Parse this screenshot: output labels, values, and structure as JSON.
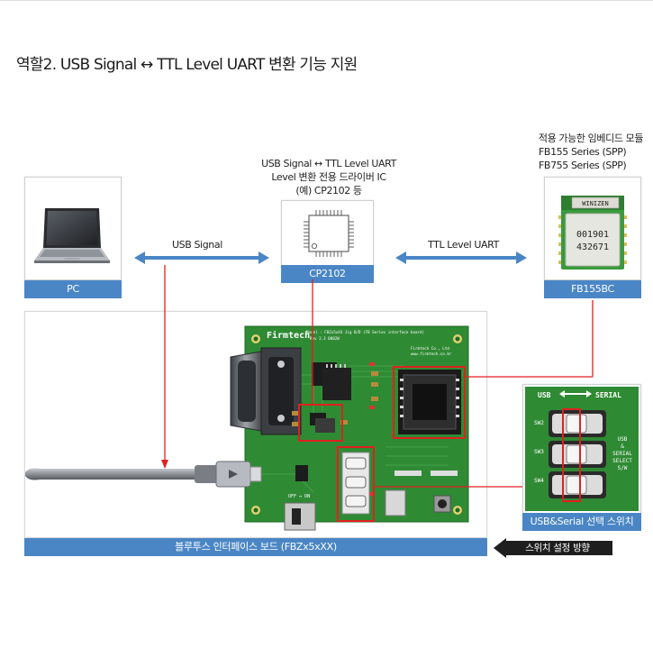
{
  "title": "역할2. USB Signal ↔ TTL Level UART 변환 기능 지원",
  "cp2102_caption": {
    "line1": "USB Signal ↔ TTL Level UART",
    "line2": "Level 변환 전용 드라이버 IC",
    "line3": "(예) CP2102 등"
  },
  "module_caption": {
    "line1": "적용 가능한 임베디드 모듈",
    "line2": "FB155 Series (SPP)",
    "line3": "FB755 Series (SPP)"
  },
  "pc_label": "PC",
  "cp2102_label": "CP2102",
  "fb155bc_label": "FB155BC",
  "usb_signal_label": "USB Signal",
  "ttl_label": "TTL Level UART",
  "board_label": "블루투스 인터페이스 보드 (FBZx5xXX)",
  "switch_label": "USB&Serial 선택 스위치",
  "direction_label": "스위치 설정 방향",
  "module_chip": {
    "brand": "WINIZEN",
    "line1": "001901",
    "line2": "432671"
  },
  "switch_panel": {
    "usb": "USB",
    "serial": "SERIAL",
    "sw2": "SW2",
    "sw3": "SW3",
    "sw4": "SW4",
    "select_text": [
      "USB",
      "&",
      "SERIAL",
      "SELECT",
      "S/W"
    ]
  },
  "board_silkscreen": {
    "brand": "Firmtech",
    "model": "Model : FBZx5xXX Jig B/D (FB Series interface board)",
    "rev": "Rev 2.3  0802W",
    "company": "Firmtech Co., Ltd",
    "web": "www.firmtech.co.kr",
    "off_on": "OFF ↔ ON"
  },
  "colors": {
    "accent_blue": "#4a86c5",
    "highlight_red": "#e02020",
    "pcb_green": "#2f8a34"
  }
}
